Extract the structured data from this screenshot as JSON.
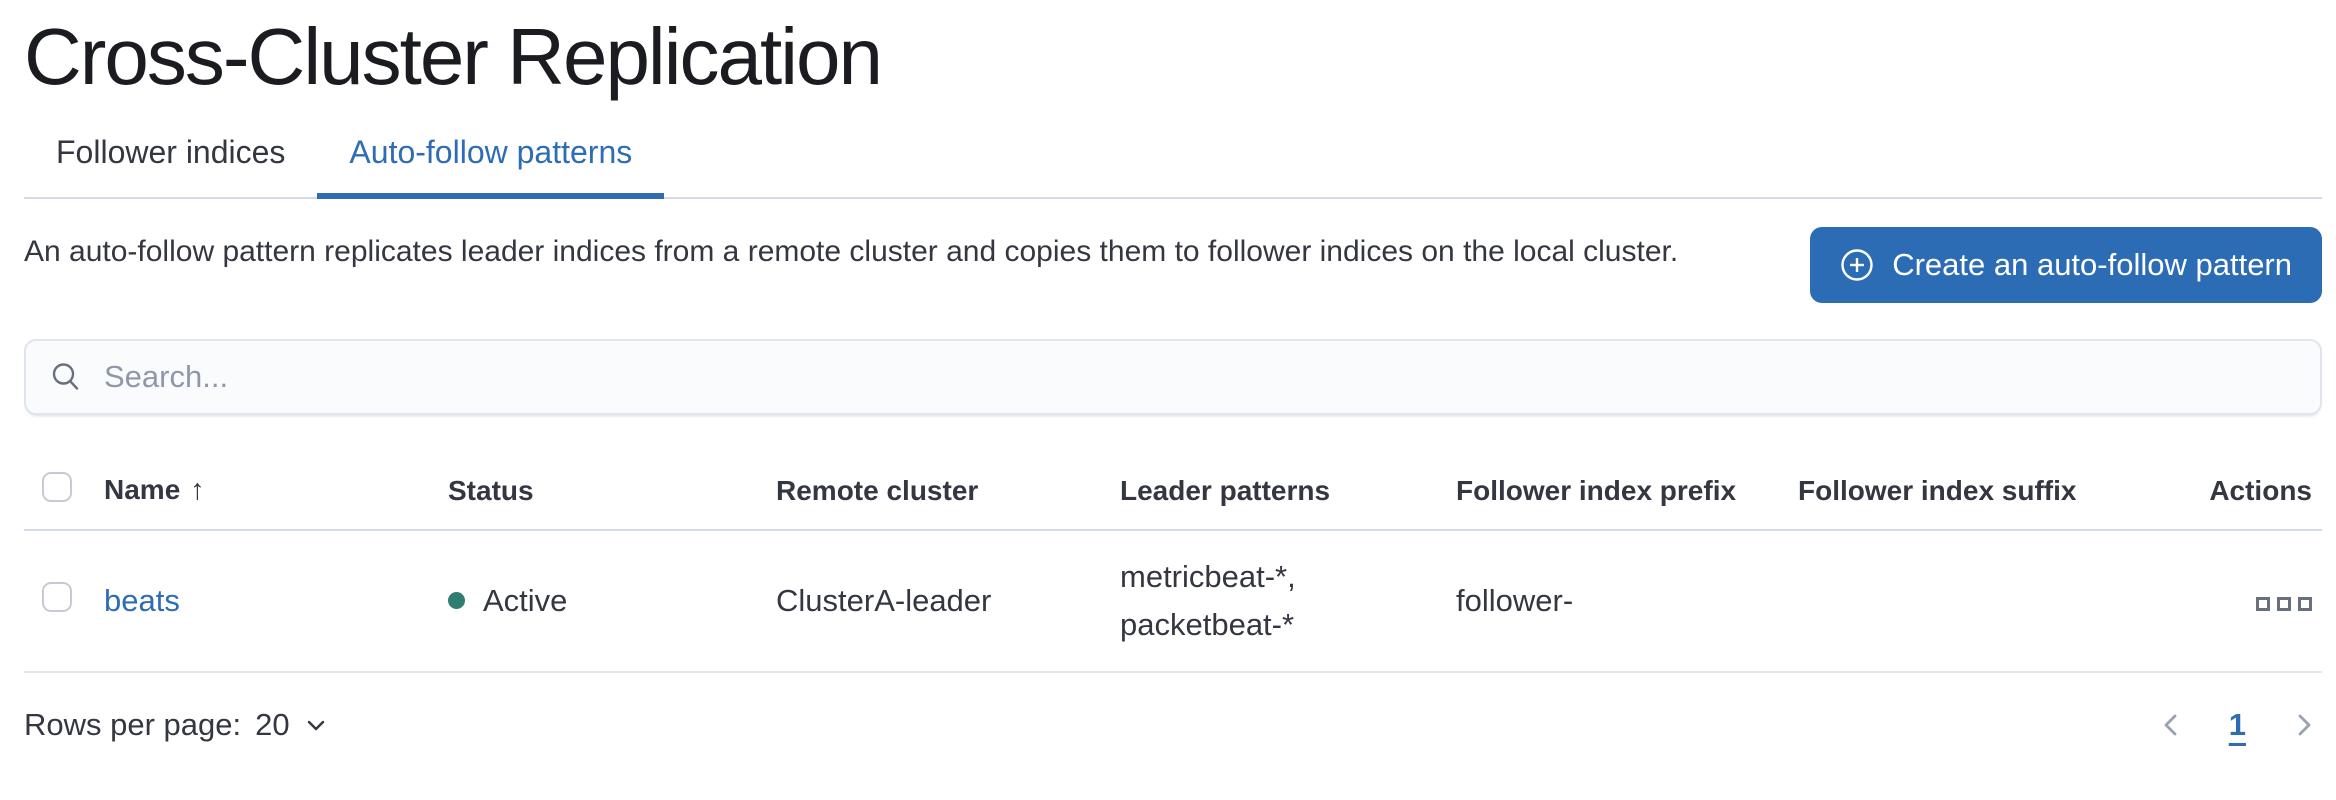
{
  "page_title": "Cross-Cluster Replication",
  "tabs": [
    {
      "label": "Follower indices",
      "active": false
    },
    {
      "label": "Auto-follow patterns",
      "active": true
    }
  ],
  "description": "An auto-follow pattern replicates leader indices from a remote cluster and copies them to follower indices on the local cluster.",
  "create_button": {
    "label": "Create an auto-follow pattern",
    "icon": "plus-in-circle-icon"
  },
  "search": {
    "placeholder": "Search...",
    "icon": "search-icon"
  },
  "table": {
    "columns": {
      "name": "Name",
      "status": "Status",
      "remote_cluster": "Remote cluster",
      "leader_patterns": "Leader patterns",
      "follower_index_prefix": "Follower index prefix",
      "follower_index_suffix": "Follower index suffix",
      "actions": "Actions"
    },
    "sort": {
      "column": "Name",
      "direction": "ascending"
    },
    "rows": [
      {
        "name": "beats",
        "status": "Active",
        "remote_cluster": "ClusterA-leader",
        "leader_patterns": "metricbeat-*,\npacketbeat-*",
        "follower_index_prefix": "follower-",
        "follower_index_suffix": "",
        "actions_icon": "boxes-horizontal-icon"
      }
    ]
  },
  "pagination": {
    "rows_per_page_label": "Rows per page:",
    "rows_per_page_value": "20",
    "current_page": "1"
  },
  "icons": {
    "sort_ascending": "↑"
  },
  "colors": {
    "accent_blue": "#2e6db4",
    "button_blue": "#2c6cb5",
    "status_active_green": "#2f7e6f",
    "divider_gray": "#d3dae6",
    "row_border": "#e1e6f0",
    "text": "#343741"
  }
}
